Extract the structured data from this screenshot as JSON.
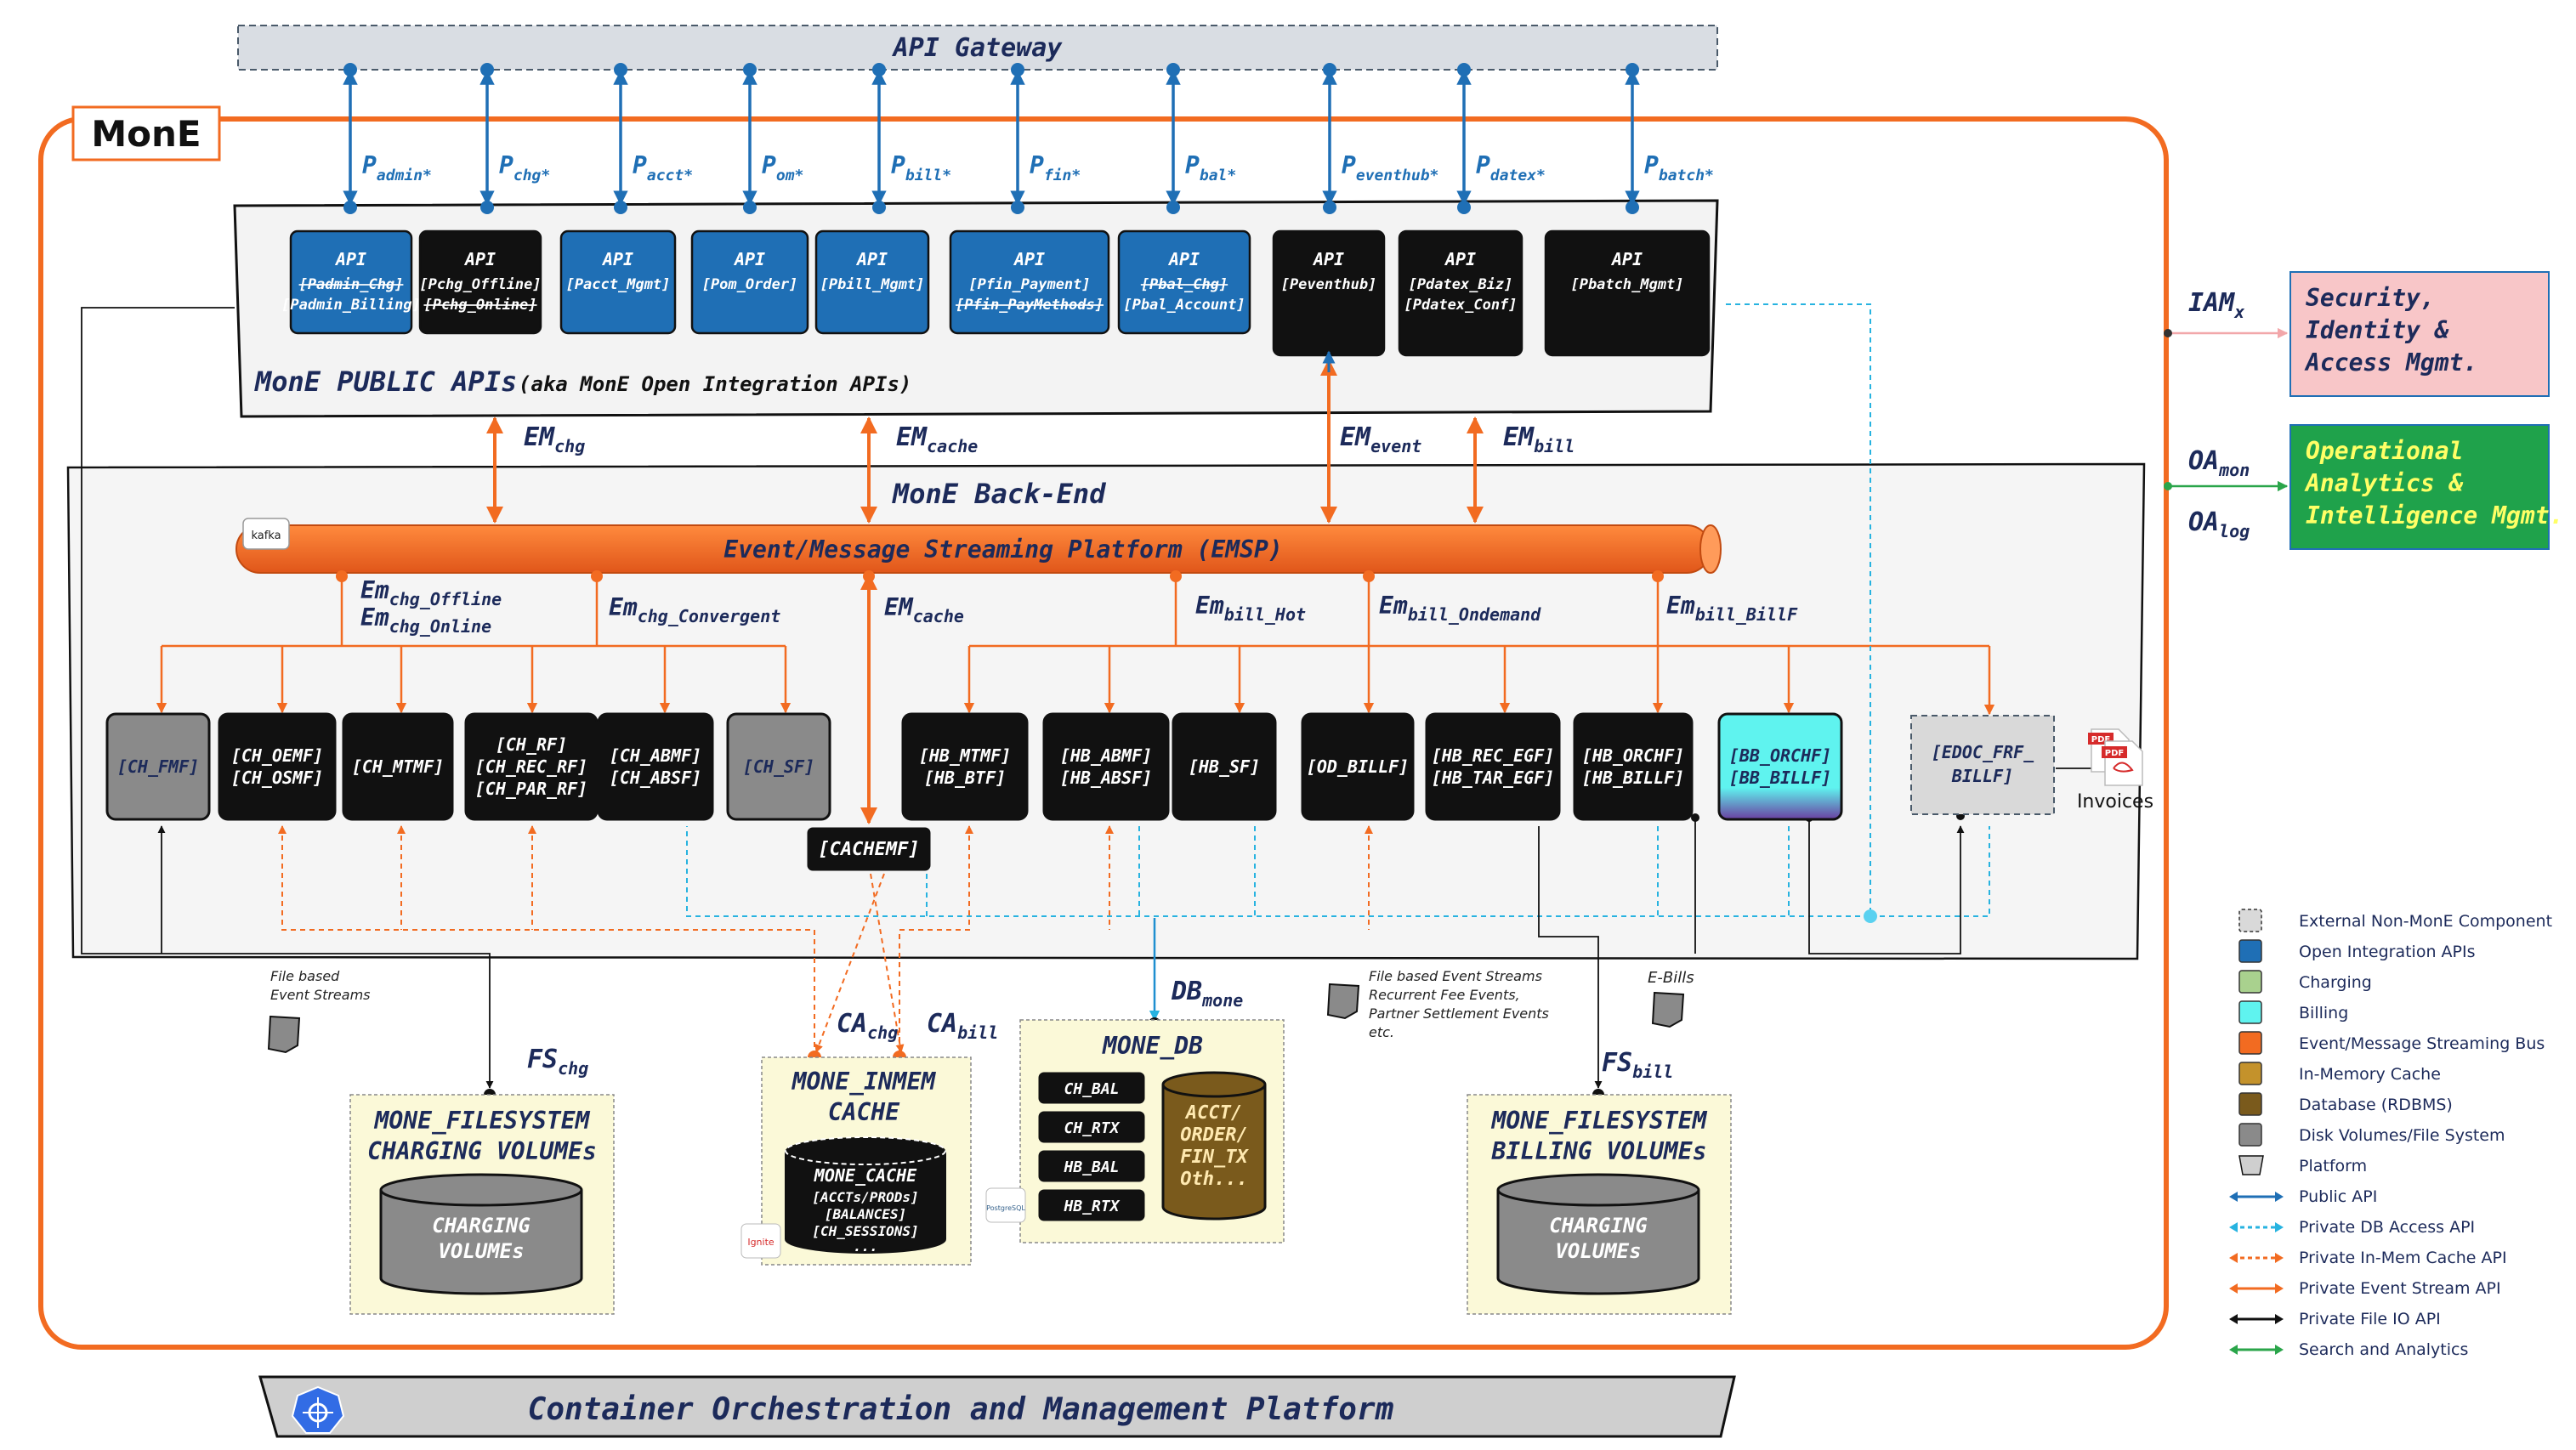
{
  "gateway": {
    "label": "API Gateway"
  },
  "mone": {
    "label": "MonE"
  },
  "public_apis": {
    "title": "MonE PUBLIC APIs",
    "subtitle": "(aka MonE Open Integration APIs)",
    "apis": [
      {
        "head": "API",
        "lines": [
          "[Padmin_Chg]",
          "[Padmin_Billing]"
        ],
        "strike": [
          0
        ],
        "style": "blue",
        "port_base": "P",
        "port_sub": "admin*"
      },
      {
        "head": "API",
        "lines": [
          "[Pchg_Offline]",
          "[Pchg_Online]"
        ],
        "strike": [
          1
        ],
        "style": "black",
        "port_base": "P",
        "port_sub": "chg*"
      },
      {
        "head": "API",
        "lines": [
          "[Pacct_Mgmt]"
        ],
        "strike": [],
        "style": "blue",
        "port_base": "P",
        "port_sub": "acct*"
      },
      {
        "head": "API",
        "lines": [
          "[Pom_Order]"
        ],
        "strike": [],
        "style": "blue",
        "port_base": "P",
        "port_sub": "om*"
      },
      {
        "head": "API",
        "lines": [
          "[Pbill_Mgmt]"
        ],
        "strike": [],
        "style": "blue",
        "port_base": "P",
        "port_sub": "bill*"
      },
      {
        "head": "API",
        "lines": [
          "[Pfin_Payment]",
          "[Pfin_PayMethods]"
        ],
        "strike": [
          1
        ],
        "style": "blue",
        "port_base": "P",
        "port_sub": "fin*"
      },
      {
        "head": "API",
        "lines": [
          "[Pbal_Chg]",
          "[Pbal_Account]"
        ],
        "strike": [
          0
        ],
        "style": "blue",
        "port_base": "P",
        "port_sub": "bal*"
      },
      {
        "head": "API",
        "lines": [
          "[Peventhub]"
        ],
        "strike": [],
        "style": "black",
        "port_base": "P",
        "port_sub": "eventhub*"
      },
      {
        "head": "API",
        "lines": [
          "[Pdatex_Biz]",
          "[Pdatex_Conf]"
        ],
        "strike": [],
        "style": "black",
        "port_base": "P",
        "port_sub": "datex*"
      },
      {
        "head": "API",
        "lines": [
          "[Pbatch_Mgmt]"
        ],
        "strike": [],
        "style": "black",
        "port_base": "P",
        "port_sub": "batch*"
      }
    ]
  },
  "em_top": [
    {
      "base": "EM",
      "sub": "chg"
    },
    {
      "base": "EM",
      "sub": "cache"
    },
    {
      "base": "EM",
      "sub": "event"
    },
    {
      "base": "EM",
      "sub": "bill"
    }
  ],
  "backend": {
    "title": "MonE Back-End"
  },
  "emsp": {
    "label": "Event/Message Streaming Platform (EMSP)",
    "kafka": "kafka"
  },
  "em_bottom": [
    {
      "base": "Em",
      "sub": "chg_Offline"
    },
    {
      "base": "Em",
      "sub": "chg_Online"
    },
    {
      "base": "Em",
      "sub": "chg_Convergent"
    },
    {
      "base": "EM",
      "sub": "cache"
    },
    {
      "base": "Em",
      "sub": "bill_Hot"
    },
    {
      "base": "Em",
      "sub": "bill_Ondemand"
    },
    {
      "base": "Em",
      "sub": "bill_BillF"
    }
  ],
  "functions": [
    {
      "lines": [
        "[CH_FMF]"
      ],
      "style": "grey"
    },
    {
      "lines": [
        "[CH_OEMF]",
        "[CH_OSMF]"
      ],
      "style": "black"
    },
    {
      "lines": [
        "[CH_MTMF]"
      ],
      "style": "black"
    },
    {
      "lines": [
        "[CH_RF]",
        "[CH_REC_RF]",
        "[CH_PAR_RF]"
      ],
      "style": "black"
    },
    {
      "lines": [
        "[CH_ABMF]",
        "[CH_ABSF]"
      ],
      "style": "black"
    },
    {
      "lines": [
        "[CH_SF]"
      ],
      "style": "grey"
    },
    {
      "lines": [
        "[HB_MTMF]",
        "[HB_BTF]"
      ],
      "style": "black"
    },
    {
      "lines": [
        "[HB_ABMF]",
        "[HB_ABSF]"
      ],
      "style": "black"
    },
    {
      "lines": [
        "[HB_SF]"
      ],
      "style": "black"
    },
    {
      "lines": [
        "[OD_BILLF]"
      ],
      "style": "black"
    },
    {
      "lines": [
        "[HB_REC_EGF]",
        "[HB_TAR_EGF]"
      ],
      "style": "black"
    },
    {
      "lines": [
        "[HB_ORCHF]",
        "[HB_BILLF]"
      ],
      "style": "black"
    },
    {
      "lines": [
        "[BB_ORCHF]",
        "[BB_BILLF]"
      ],
      "style": "cyan"
    }
  ],
  "cachemf": {
    "label": "[CACHEMF]"
  },
  "edoc": {
    "lines": [
      "[EDOC_FRF_",
      "BILLF]"
    ]
  },
  "invoices": {
    "label": "Invoices"
  },
  "right_side": {
    "iam": {
      "base": "IAM",
      "sub": "x"
    },
    "security_box": {
      "lines": [
        "Security,",
        "Identity &",
        "Access Mgmt."
      ]
    },
    "oa_mon": {
      "base": "OA",
      "sub": "mon"
    },
    "oa_log": {
      "base": "OA",
      "sub": "log"
    },
    "analytics_box": {
      "lines": [
        "Operational",
        "Analytics &",
        "Intelligence Mgmt."
      ]
    }
  },
  "notes": {
    "file_streams": [
      "File based",
      "Event Streams"
    ],
    "file_streams_right": [
      "File based Event Streams",
      "Recurrent Fee Events,",
      "Partner Settlement Events",
      "etc."
    ],
    "ebills": "E-Bills"
  },
  "storage": {
    "fs_chg": {
      "base": "FS",
      "sub": "chg"
    },
    "fs_bill": {
      "base": "FS",
      "sub": "bill"
    },
    "ca_chg": {
      "base": "CA",
      "sub": "chg"
    },
    "ca_bill": {
      "base": "CA",
      "sub": "bill"
    },
    "db_mone": {
      "base": "DB",
      "sub": "mone"
    },
    "fs_chg_box": {
      "lines": [
        "MONE_FILESYSTEM",
        "CHARGING VOLUMEs"
      ],
      "cyl": [
        "CHARGING",
        "VOLUMEs"
      ]
    },
    "fs_bill_box": {
      "lines": [
        "MONE_FILESYSTEM",
        "BILLING VOLUMEs"
      ],
      "cyl": [
        "CHARGING",
        "VOLUMEs"
      ]
    },
    "cache_box": {
      "lines": [
        "MONE_INMEM",
        "CACHE"
      ],
      "cyl_title": "MONE_CACHE",
      "cyl": [
        "[ACCTs/PRODs]",
        "[BALANCES]",
        "[CH_SESSIONS]",
        "..."
      ],
      "ignite": "Ignite"
    },
    "db_box": {
      "title": "MONE_DB",
      "tables": [
        "CH_BAL",
        "CH_RTX",
        "HB_BAL",
        "HB_RTX"
      ],
      "cyl": [
        "ACCT/",
        "ORDER/",
        "FIN_TX",
        "Oth..."
      ],
      "pg": "PostgreSQL"
    }
  },
  "legend": [
    {
      "label": "External Non-MonE Component",
      "kind": "dashed-box",
      "color": "#d9d9d9"
    },
    {
      "label": "Open Integration APIs",
      "kind": "box",
      "color": "#1f6fb5"
    },
    {
      "label": "Charging",
      "kind": "box",
      "color": "#a9d18e"
    },
    {
      "label": "Billing",
      "kind": "box",
      "color": "#5ff3ef"
    },
    {
      "label": "Event/Message Streaming Bus",
      "kind": "box",
      "color": "#f26b21"
    },
    {
      "label": "In-Memory Cache",
      "kind": "box",
      "color": "#c4922b"
    },
    {
      "label": "Database (RDBMS)",
      "kind": "box",
      "color": "#7a5a1c"
    },
    {
      "label": "Disk Volumes/File System",
      "kind": "box",
      "color": "#8a8a8a"
    },
    {
      "label": "Platform",
      "kind": "trapezoid",
      "color": "#cfcfcf"
    },
    {
      "label": "Public API",
      "kind": "arrow",
      "color": "#1f6fb5"
    },
    {
      "label": "Private DB Access API",
      "kind": "dashed-arrow",
      "color": "#27b3e0"
    },
    {
      "label": "Private In-Mem Cache API",
      "kind": "dashed-arrow",
      "color": "#f26b21"
    },
    {
      "label": "Private Event Stream API",
      "kind": "arrow",
      "color": "#f26b21"
    },
    {
      "label": "Private File IO API",
      "kind": "arrow",
      "color": "#111111"
    },
    {
      "label": "Search and Analytics",
      "kind": "arrow",
      "color": "#2aa54a"
    }
  ],
  "platform": {
    "label": "Container Orchestration and Management Platform"
  },
  "colors": {
    "orange": "#f26b21",
    "blue": "#1f6fb5",
    "cyan": "#27b3e0",
    "navy": "#1c2a5a",
    "green": "#1fa24b",
    "pink": "#f8c6c8"
  }
}
